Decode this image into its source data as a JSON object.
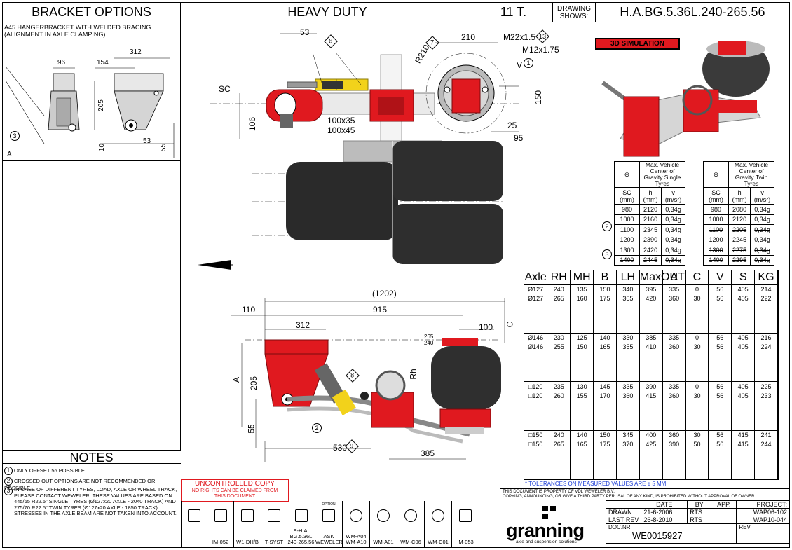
{
  "header": {
    "bracket_options": "BRACKET OPTIONS",
    "heavy_duty": "HEAVY DUTY",
    "capacity": "11 T.",
    "drawing_shows_line1": "DRAWING",
    "drawing_shows_line2": "SHOWS:",
    "drawing_code": "H.A.BG.5.36L.240-265.56"
  },
  "bracket": {
    "desc_line1": "A45 HANGERBRACKET WITH WELDED BRACING",
    "desc_line2": "(ALIGNMENT IN AXLE CLAMPING)",
    "dims": [
      "312",
      "96",
      "154",
      "205",
      "10",
      "53",
      "55"
    ],
    "callout": "3",
    "tag": "A"
  },
  "notes": {
    "title": "NOTES",
    "items": [
      {
        "num": "1",
        "text": "ONLY OFFSET 56 POSSIBLE."
      },
      {
        "num": "2",
        "text": "CROSSED OUT OPTIONS ARE NOT RECOMMENDED OR POSSIBLE."
      },
      {
        "num": "3",
        "text": "IN CASE OF DIFFERENT TYRES, LOAD, AXLE OR WHEEL TRACK, PLEASE CONTACT WEWELER. THESE VALUES ARE BASED ON 445/65 R22.5\" SINGLE TYRES (Ø127x20 AXLE - 2040 TRACK) AND 275/70 R22.5\" TWIN TYRES (Ø127x20 AXLE - 1850 TRACK). STRESSES IN THE AXLE BEAM ARE NOT TAKEN INTO ACCOUNT."
      }
    ]
  },
  "top_view": {
    "dims": [
      "53",
      "6",
      "7",
      "210",
      "R210",
      "M22x1.5",
      "13",
      "M12x1.75",
      "V",
      "1",
      "SC",
      "106",
      "100x35",
      "100x45",
      "150",
      "25",
      "95"
    ]
  },
  "side_view": {
    "dims": [
      "(1202)",
      "110",
      "915",
      "312",
      "100",
      "265",
      "240",
      "C",
      "A",
      "205",
      "55",
      "Rh",
      "8",
      "2",
      "530",
      "9",
      "385"
    ]
  },
  "simulation_label": "3D SIMULATION",
  "cog_single": {
    "title": "Max. Vehicle Center of Gravity Single Tyres",
    "headers": [
      "SC (mm)",
      "h (mm)",
      "v (m/s²)"
    ],
    "rows": [
      {
        "sc": "980",
        "h": "2120",
        "v": "0,34g",
        "strike": false
      },
      {
        "sc": "1000",
        "h": "2160",
        "v": "0,34g",
        "strike": false
      },
      {
        "sc": "1100",
        "h": "2345",
        "v": "0,34g",
        "strike": false
      },
      {
        "sc": "1200",
        "h": "2390",
        "v": "0,34g",
        "strike": false
      },
      {
        "sc": "1300",
        "h": "2420",
        "v": "0,34g",
        "strike": false
      },
      {
        "sc": "1400",
        "h": "2445",
        "v": "0,34g",
        "strike": true
      }
    ]
  },
  "cog_twin": {
    "title": "Max. Vehicle Center of Gravity Twin Tyres",
    "headers": [
      "SC (mm)",
      "h (mm)",
      "v (m/s²)"
    ],
    "rows": [
      {
        "sc": "980",
        "h": "2080",
        "v": "0,34g",
        "strike": false
      },
      {
        "sc": "1000",
        "h": "2120",
        "v": "0,34g",
        "strike": false
      },
      {
        "sc": "1100",
        "h": "2205",
        "v": "0,34g",
        "strike": true
      },
      {
        "sc": "1200",
        "h": "2245",
        "v": "0,34g",
        "strike": true
      },
      {
        "sc": "1300",
        "h": "2275",
        "v": "0,34g",
        "strike": true
      },
      {
        "sc": "1400",
        "h": "2295",
        "v": "0,34g",
        "strike": true
      }
    ]
  },
  "cog_callouts": [
    "2",
    "3"
  ],
  "axle_table": {
    "headers": [
      "Axle",
      "RH",
      "MH",
      "B",
      "LH",
      "MaxOUT",
      "A",
      "C",
      "V",
      "S",
      "KG"
    ],
    "groups": [
      {
        "rows": [
          [
            "Ø127",
            "240",
            "135",
            "150",
            "340",
            "395",
            "335",
            "0",
            "56",
            "405",
            "214"
          ],
          [
            "Ø127",
            "265",
            "160",
            "175",
            "365",
            "420",
            "360",
            "30",
            "56",
            "405",
            "222"
          ]
        ]
      },
      {
        "rows": [
          [
            "Ø146",
            "230",
            "125",
            "140",
            "330",
            "385",
            "335",
            "0",
            "56",
            "405",
            "216"
          ],
          [
            "Ø146",
            "255",
            "150",
            "165",
            "355",
            "410",
            "360",
            "30",
            "56",
            "405",
            "224"
          ]
        ]
      },
      {
        "rows": [
          [
            "□120",
            "235",
            "130",
            "145",
            "335",
            "390",
            "335",
            "0",
            "56",
            "405",
            "225"
          ],
          [
            "□120",
            "260",
            "155",
            "170",
            "360",
            "415",
            "360",
            "30",
            "56",
            "405",
            "233"
          ]
        ]
      },
      {
        "rows": [
          [
            "□150",
            "240",
            "140",
            "150",
            "345",
            "400",
            "360",
            "30",
            "56",
            "415",
            "241"
          ],
          [
            "□150",
            "265",
            "165",
            "175",
            "370",
            "425",
            "390",
            "50",
            "56",
            "415",
            "244"
          ]
        ]
      }
    ],
    "tolerance": "* TOLERANCES ON MEASURED VALUES ARE ± 5 MM."
  },
  "uncontrolled": {
    "line1": "UNCONTROLLED COPY",
    "line2": "NO RIGHTS CAN BE CLAIMED FROM THIS DOCUMENT"
  },
  "bom": [
    {
      "label": "",
      "icon": "bracket-icon"
    },
    {
      "label": "IM-052",
      "icon": "tool-icon"
    },
    {
      "label": "W1-DH/B",
      "icon": "graph-icon"
    },
    {
      "label": "T-SYST",
      "icon": "document-icon"
    },
    {
      "label": "E-H.A. BG.5.36L 240-265.56",
      "icon": "part-icon"
    },
    {
      "label": "ASK WEWELER",
      "icon": "option-icon",
      "tag": "OPTION"
    },
    {
      "label": "WM-A04 WM-A10",
      "icon": "wheel-icon"
    },
    {
      "label": "WM-A01",
      "icon": "wheel-icon"
    },
    {
      "label": "WM-C06",
      "icon": "wheel-icon"
    },
    {
      "label": "WM-C01",
      "icon": "wheel-icon"
    },
    {
      "label": "IM-053",
      "icon": "tool-icon"
    }
  ],
  "title_block": {
    "property1": "THIS DOCUMENT IS PROPERTY OF VDL WEWELER B.V.",
    "property2": "COPYING, ANNOUNCING, OR GIVE A THIRD PARTY PERUSAL OF ANY KIND, IS PROHIBITED WITHOUT APPROVAL OF OWNER",
    "col_date": "DATE",
    "col_by": "BY",
    "col_app": "APP.",
    "col_project": "PROJECT:",
    "drawn_label": "DRAWN",
    "drawn_date": "21-6-2006",
    "drawn_by": "RTS",
    "drawn_project": "WAP06-102",
    "last_rev_label": "LAST REV",
    "last_rev_date": "26-8-2010",
    "last_rev_by": "RTS",
    "last_rev_project": "WAP10-044",
    "doc_nr_label": "DOC.NR:",
    "doc_nr": "WE0015927",
    "rev_label": "REV:",
    "brand": "granning",
    "brand_sub": "axle and suspension solutions"
  },
  "colors": {
    "red": "#e0191f",
    "red_dark": "#b01217",
    "yellow": "#f2d21b",
    "tyre": "#2a2a2a",
    "simulation_bg": "#e0191f"
  }
}
